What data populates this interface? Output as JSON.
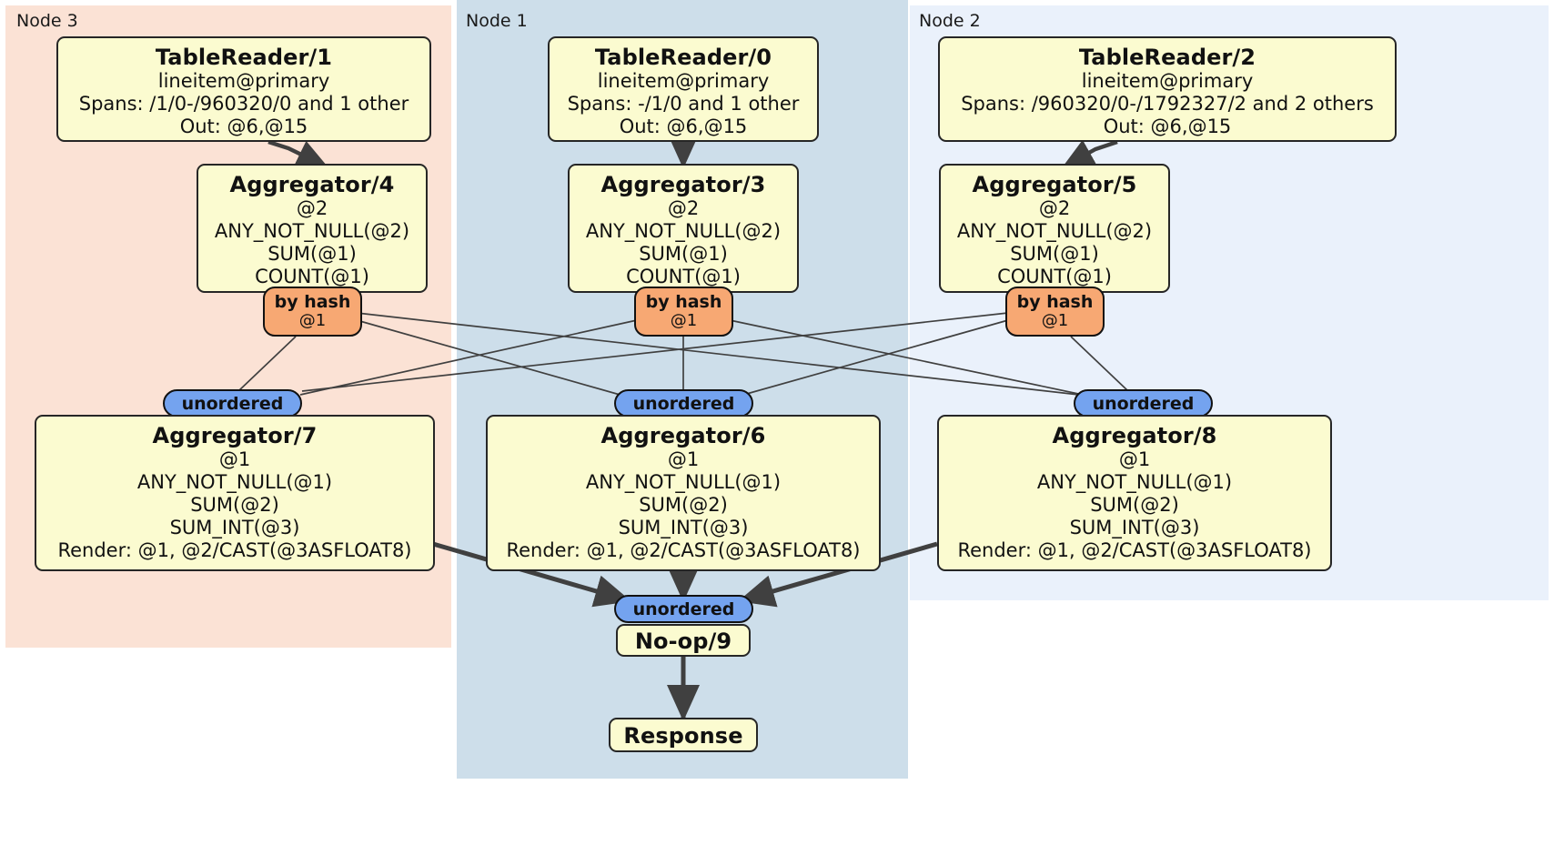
{
  "diagram": {
    "type": "distributed-query-plan",
    "colors": {
      "node3_panel": "#fbe2d5",
      "node1_panel": "#cddeea",
      "node2_panel": "#eaf1fb",
      "processor_box": "#fbfbd0",
      "hash_badge": "#f7a873",
      "unordered_badge": "#74a3ef",
      "edge": "#404040",
      "border": "#262626"
    },
    "panels": [
      {
        "id": "node3",
        "label": "Node 3"
      },
      {
        "id": "node1",
        "label": "Node 1"
      },
      {
        "id": "node2",
        "label": "Node 2"
      }
    ],
    "processors": [
      {
        "id": "tablereader1",
        "panel": "node3",
        "title": "TableReader/1",
        "lines": [
          "lineitem@primary",
          "Spans: /1/0-/960320/0 and 1 other",
          "Out: @6,@15"
        ]
      },
      {
        "id": "tablereader0",
        "panel": "node1",
        "title": "TableReader/0",
        "lines": [
          "lineitem@primary",
          "Spans: -/1/0 and 1 other",
          "Out: @6,@15"
        ]
      },
      {
        "id": "tablereader2",
        "panel": "node2",
        "title": "TableReader/2",
        "lines": [
          "lineitem@primary",
          "Spans: /960320/0-/1792327/2 and 2 others",
          "Out: @6,@15"
        ]
      },
      {
        "id": "aggregator4",
        "panel": "node3",
        "title": "Aggregator/4",
        "lines": [
          "@2",
          "ANY_NOT_NULL(@2)",
          "SUM(@1)",
          "COUNT(@1)"
        ]
      },
      {
        "id": "aggregator3",
        "panel": "node1",
        "title": "Aggregator/3",
        "lines": [
          "@2",
          "ANY_NOT_NULL(@2)",
          "SUM(@1)",
          "COUNT(@1)"
        ]
      },
      {
        "id": "aggregator5",
        "panel": "node2",
        "title": "Aggregator/5",
        "lines": [
          "@2",
          "ANY_NOT_NULL(@2)",
          "SUM(@1)",
          "COUNT(@1)"
        ]
      },
      {
        "id": "aggregator7",
        "panel": "node3",
        "title": "Aggregator/7",
        "lines": [
          "@1",
          "ANY_NOT_NULL(@1)",
          "SUM(@2)",
          "SUM_INT(@3)",
          "Render: @1, @2/CAST(@3ASFLOAT8)"
        ]
      },
      {
        "id": "aggregator6",
        "panel": "node1",
        "title": "Aggregator/6",
        "lines": [
          "@1",
          "ANY_NOT_NULL(@1)",
          "SUM(@2)",
          "SUM_INT(@3)",
          "Render: @1, @2/CAST(@3ASFLOAT8)"
        ]
      },
      {
        "id": "aggregator8",
        "panel": "node2",
        "title": "Aggregator/8",
        "lines": [
          "@1",
          "ANY_NOT_NULL(@1)",
          "SUM(@2)",
          "SUM_INT(@3)",
          "Render: @1, @2/CAST(@3ASFLOAT8)"
        ]
      },
      {
        "id": "noop9",
        "panel": "node1",
        "title": "No-op/9",
        "lines": []
      },
      {
        "id": "response",
        "panel": "node1",
        "title": "Response",
        "lines": []
      }
    ],
    "hash_badges": [
      {
        "id": "hash-left",
        "label": "by hash",
        "sub": "@1"
      },
      {
        "id": "hash-center",
        "label": "by hash",
        "sub": "@1"
      },
      {
        "id": "hash-right",
        "label": "by hash",
        "sub": "@1"
      }
    ],
    "unordered_badges": [
      {
        "id": "unordered-left",
        "label": "unordered"
      },
      {
        "id": "unordered-center",
        "label": "unordered"
      },
      {
        "id": "unordered-right",
        "label": "unordered"
      },
      {
        "id": "unordered-final",
        "label": "unordered"
      }
    ]
  }
}
